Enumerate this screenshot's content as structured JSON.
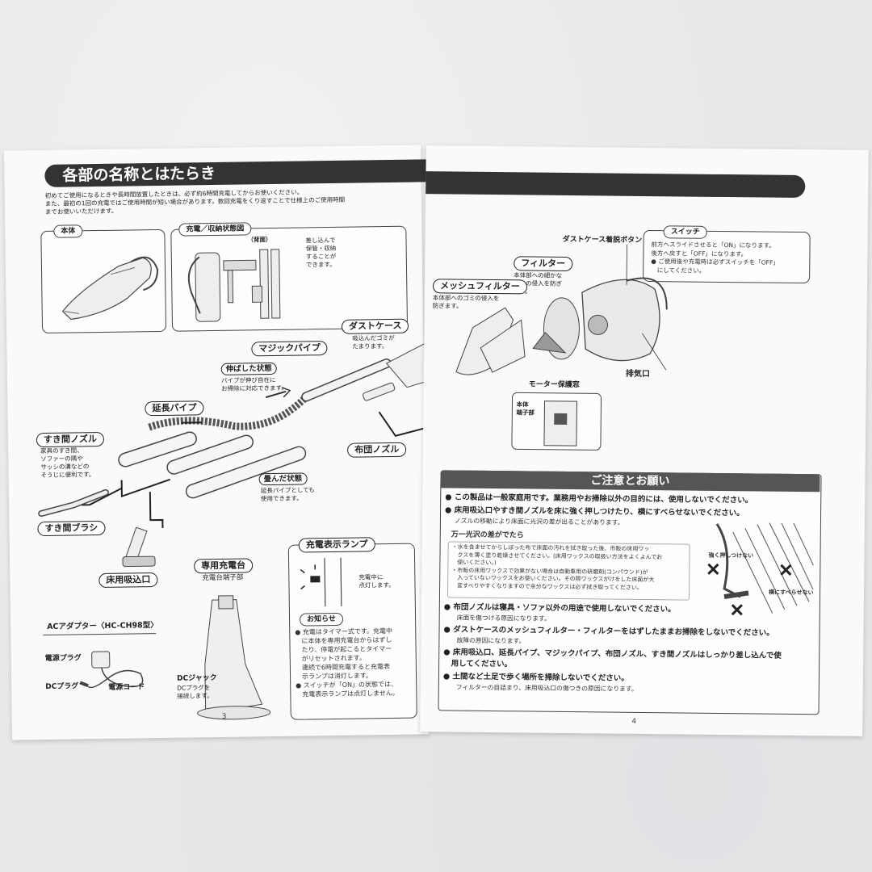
{
  "left_page": {
    "title": "各部の名称とはたらき",
    "intro_lines": [
      "初めてご使用になるときや長時間放置したときは、必ず約6時間充電してからお使いください。",
      "また、最初の1回の充電ではご使用時間が短い場合があります。数回充電をくり返すことで仕様上のご使用時間",
      "までお使いいただけます。"
    ],
    "body_label": "本体",
    "storage_label": "充電／収納状態図",
    "back_label": "（背面）",
    "storage_text": [
      "差し込んで",
      "保管・収納",
      "することが",
      "できます。"
    ],
    "dust_case_label": "ダストケース",
    "dust_case_text": [
      "吸込んだゴミが",
      "たまります。"
    ],
    "magic_pipe_label": "マジックパイプ",
    "extended_label": "伸ばした状態",
    "extended_text": [
      "パイプが伸び自在に",
      "お掃除に対応できます。"
    ],
    "ext_pipe_label": "延長パイプ",
    "crevice_label": "すき間ノズル",
    "crevice_text": [
      "家具のすき間、",
      "ソファーの隅や",
      "サッシの溝などの",
      "そうじに便利です。"
    ],
    "futon_label": "布団ノズル",
    "folded_label": "畳んだ状態",
    "folded_text": [
      "延長パイプとしても",
      "使用できます。"
    ],
    "brush_label": "すき間ブラシ",
    "floor_label": "床用吸込口",
    "lamp_label": "充電表示ランプ",
    "lamp_text": [
      "充電中に",
      "点灯します。"
    ],
    "stand_label": "専用充電台",
    "stand_terminal": "充電台端子部",
    "notice_label": "お知らせ",
    "notice_lines": [
      "● 充電はタイマー式です。充電中",
      "　に本体を専用充電台からはずし",
      "　たり、停電が起こるとタイマー",
      "　がリセットされます。",
      "　連続で6時間充電すると充電表",
      "　示ランプは消灯します。",
      "● スイッチが「ON」の状態では、",
      "　充電表示ランプは点灯しません。"
    ],
    "adapter_label": "ACアダプター〈HC-CH98型〉",
    "power_plug": "電源プラグ",
    "dc_plug": "DCプラグ",
    "power_cord": "電源コード",
    "dc_jack": "DCジャック",
    "dc_jack_text": [
      "DCプラグを",
      "接続します。"
    ],
    "page_number": "3"
  },
  "right_page": {
    "dust_release": "ダストケース着脱ボタン",
    "switch_label": "スイッチ",
    "switch_lines": [
      "前方へスライドさせると「ON」になります。",
      "後方へ戻すと「OFF」になります。",
      "● ご使用後や充電時は必ずスイッチを「OFF」",
      "　にしてください。"
    ],
    "filter_label": "フィルター",
    "filter_text": [
      "本体部への細かな",
      "ゴミの侵入を防ぎ",
      "ます。"
    ],
    "mesh_label": "メッシュフィルター",
    "mesh_text": [
      "本体部へのゴミの侵入を",
      "防ぎます。"
    ],
    "exhaust_label": "排気口",
    "motor_window": "モーター保護窓",
    "terminal_label": [
      "本体",
      "端子部"
    ],
    "caution_title": "ご注意とお願い",
    "cautions": [
      {
        "main": "● この製品は一般家庭用です。業務用やお掃除以外の目的には、使用しないでください。",
        "sub": []
      },
      {
        "main": "● 床用吸込口やすき間ノズルを床に強く押しつけたり、横にすべらせないでください。",
        "sub": [
          "ノズルの移動により床面に光沢の差が出ることがあります。"
        ]
      }
    ],
    "gloss_heading": "万一光沢の差がでたら",
    "gloss_lines": [
      "・水を含ませてからしぼった布で床面の汚れを拭き取った後、市販の床用ワッ",
      "　クスを薄く塗り乾燥させてください。(床用ワックスの取扱い方法をよくよんでお",
      "　使いください。)",
      "・市販の床用ワックスで効果がない場合は自動車用の研磨剤(コンパウンド)が",
      "　入っていないワックスをお使いください。その際ワックスがけをした床面が大",
      "　変すべりやすくなりますので余分なワックスは必ず拭き取ってください。"
    ],
    "press_label": "強く押しつけない",
    "slide_label": "横にすべらせない",
    "cautions2": [
      {
        "main": "● 布団ノズルは寝具・ソファ以外の用途で使用しないでください。",
        "sub": "床面を傷つける原因になります。"
      },
      {
        "main": "● ダストケースのメッシュフィルター・フィルターをはずしたままお掃除をしないでください。",
        "sub": "故障の原因になります。"
      },
      {
        "main": "● 床用吸込口、延長パイプ、マジックパイプ、布団ノズル、すき間ノズルはしっかり差し込んで使",
        "sub": ""
      },
      {
        "main": "　用してください。",
        "sub": ""
      },
      {
        "main": "● 土間など土足で歩く場所を掃除しないでください。",
        "sub": "フィルターの目詰まり、床用吸込口の傷つきの原因になります。"
      }
    ],
    "page_number": "4"
  }
}
